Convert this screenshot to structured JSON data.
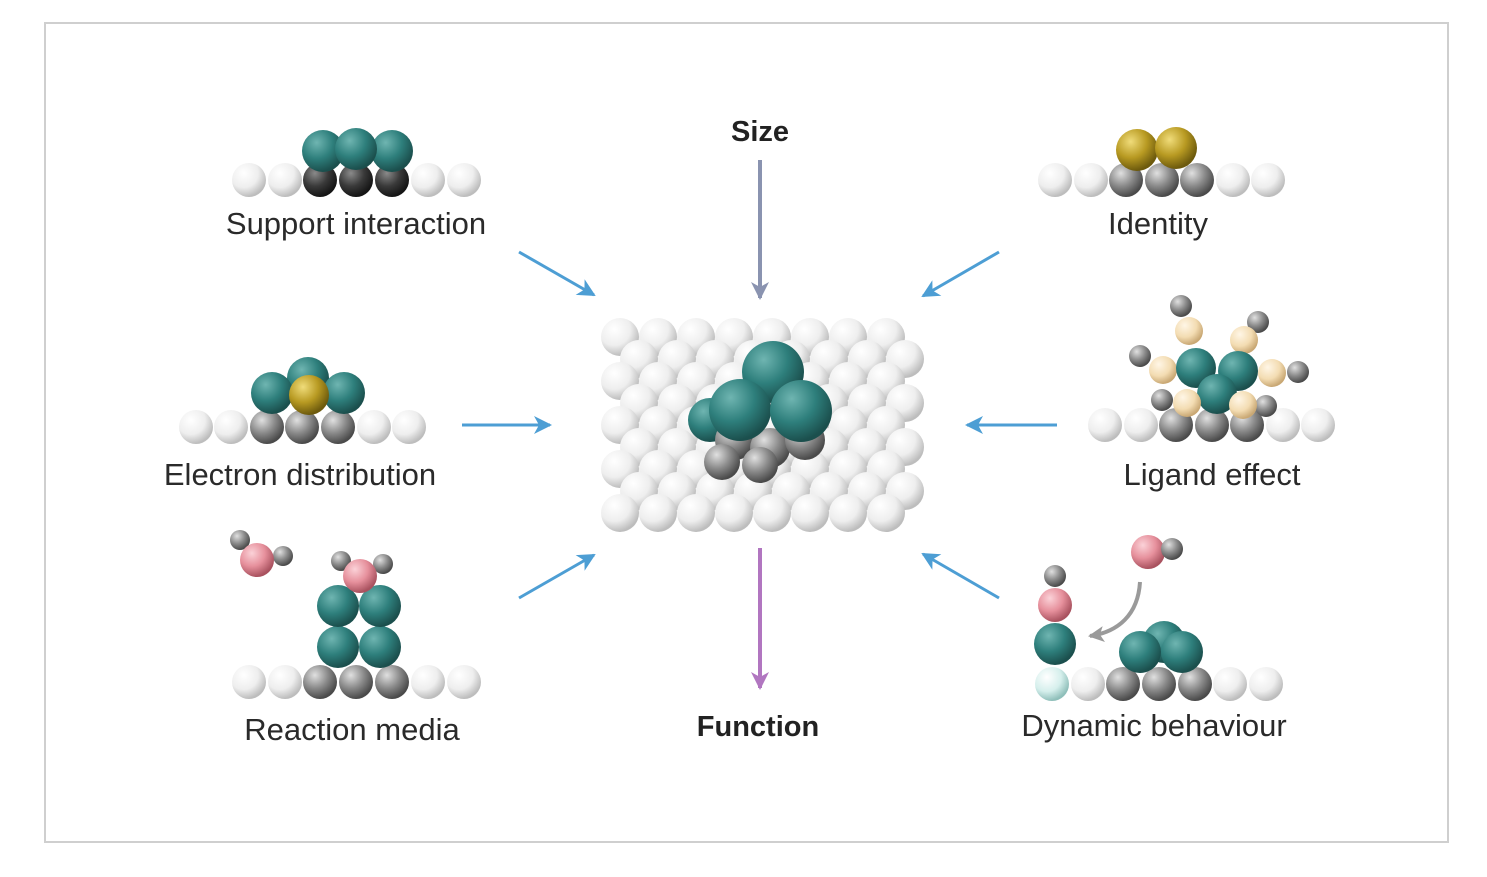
{
  "labels": {
    "size": "Size",
    "function": "Function",
    "support_interaction": "Support interaction",
    "identity": "Identity",
    "electron_distribution": "Electron distribution",
    "ligand_effect": "Ligand effect",
    "reaction_media": "Reaction media",
    "dynamic_behaviour": "Dynamic behaviour"
  },
  "colors": {
    "metal_teal": "#2e7f7c",
    "support_white": "#f2f2f2",
    "interface_dark": "#3a3a3a",
    "interface_grey": "#7a7a7a",
    "gold": "#b89a22",
    "ligand_beige": "#f3dcb2",
    "pink": "#e6909c",
    "arrow_blue": "#4d9ed4",
    "arrow_slate": "#8a93b0",
    "arrow_purple": "#b176c0"
  }
}
